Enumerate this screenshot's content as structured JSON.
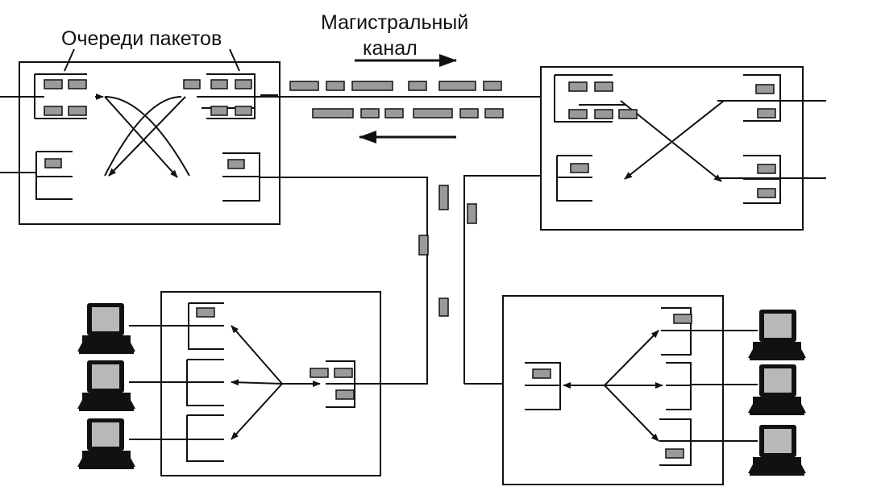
{
  "title": "Очереди пакетов",
  "trunk": {
    "line1": "Магистральный",
    "line2": "канал"
  },
  "colors": {
    "ink": "#111111",
    "packet_fill": "#9a9a9a",
    "screen_fill": "#b8b8b8",
    "background": "#ffffff"
  },
  "nodes": [
    {
      "id": "switch-top-left",
      "kind": "switch"
    },
    {
      "id": "switch-top-right",
      "kind": "switch"
    },
    {
      "id": "switch-bottom-left",
      "kind": "switch"
    },
    {
      "id": "switch-bottom-right",
      "kind": "switch"
    }
  ],
  "computers": [
    {
      "id": "pc-left-1",
      "icon": "computer-icon"
    },
    {
      "id": "pc-left-2",
      "icon": "computer-icon"
    },
    {
      "id": "pc-left-3",
      "icon": "computer-icon"
    },
    {
      "id": "pc-right-1",
      "icon": "computer-icon"
    },
    {
      "id": "pc-right-2",
      "icon": "computer-icon"
    },
    {
      "id": "pc-right-3",
      "icon": "computer-icon"
    }
  ],
  "icons": [
    "packet-icon",
    "arrow-icon",
    "computer-icon"
  ]
}
